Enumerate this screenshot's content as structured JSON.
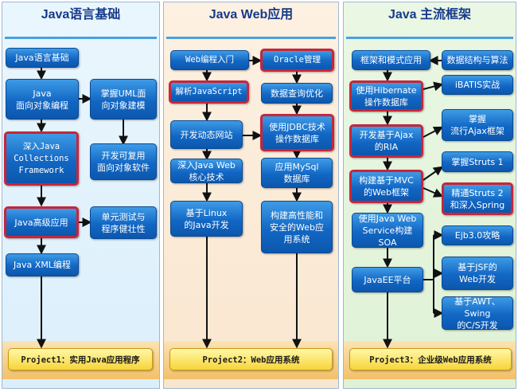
{
  "columns": [
    {
      "title": "Java语言基础",
      "nodes": [
        "Java语言基础",
        "Java\n面向对象编程",
        "掌握UML面\n向对象建模",
        "深入Java\nCollections\nFramework",
        "开发可复用\n面向对象软件",
        "Java高级应用",
        "单元测试与\n程序健壮性",
        "Java XML编程"
      ],
      "project": "Project1：实用Java应用程序"
    },
    {
      "title": "Java Web应用",
      "nodes": [
        "Web编程入门",
        "Oracle管理",
        "解析JavaScript",
        "数据查询优化",
        "开发动态网站",
        "使用JDBC技术\n操作数据库",
        "深入Java Web\n核心技术",
        "应用MySql\n数据库",
        "基于Linux\n的Java开发",
        "构建高性能和\n安全的Web应\n用系统"
      ],
      "project": "Project2：Web应用系统"
    },
    {
      "title": "Java 主流框架",
      "nodes": [
        "框架和模式应用",
        "数据结构与算法",
        "使用Hibernate\n操作数据库",
        "iBATIS实战",
        "开发基于Ajax\n的RIA",
        "掌握\n流行Ajax框架",
        "构建基于MVC\n的Web框架",
        "掌握Struts 1",
        "精通Struts 2\n和深入Spring",
        "使用Java Web\nService构建SOA",
        "Ejb3.0攻略",
        "JavaEE平台",
        "基于JSF的\nWeb开发",
        "基于AWT、Swing\n的C/S开发"
      ],
      "project": "Project3：企业级Web应用系统"
    }
  ],
  "colors": {
    "box_blue": "#1267c4",
    "highlight_red": "#c8253a",
    "project_yellow": "#f7d43a",
    "title_navy": "#163a8a",
    "column1_bg": "#e3f3fc",
    "column2_bg": "#fbebd8",
    "column3_bg": "#e5f5de"
  }
}
